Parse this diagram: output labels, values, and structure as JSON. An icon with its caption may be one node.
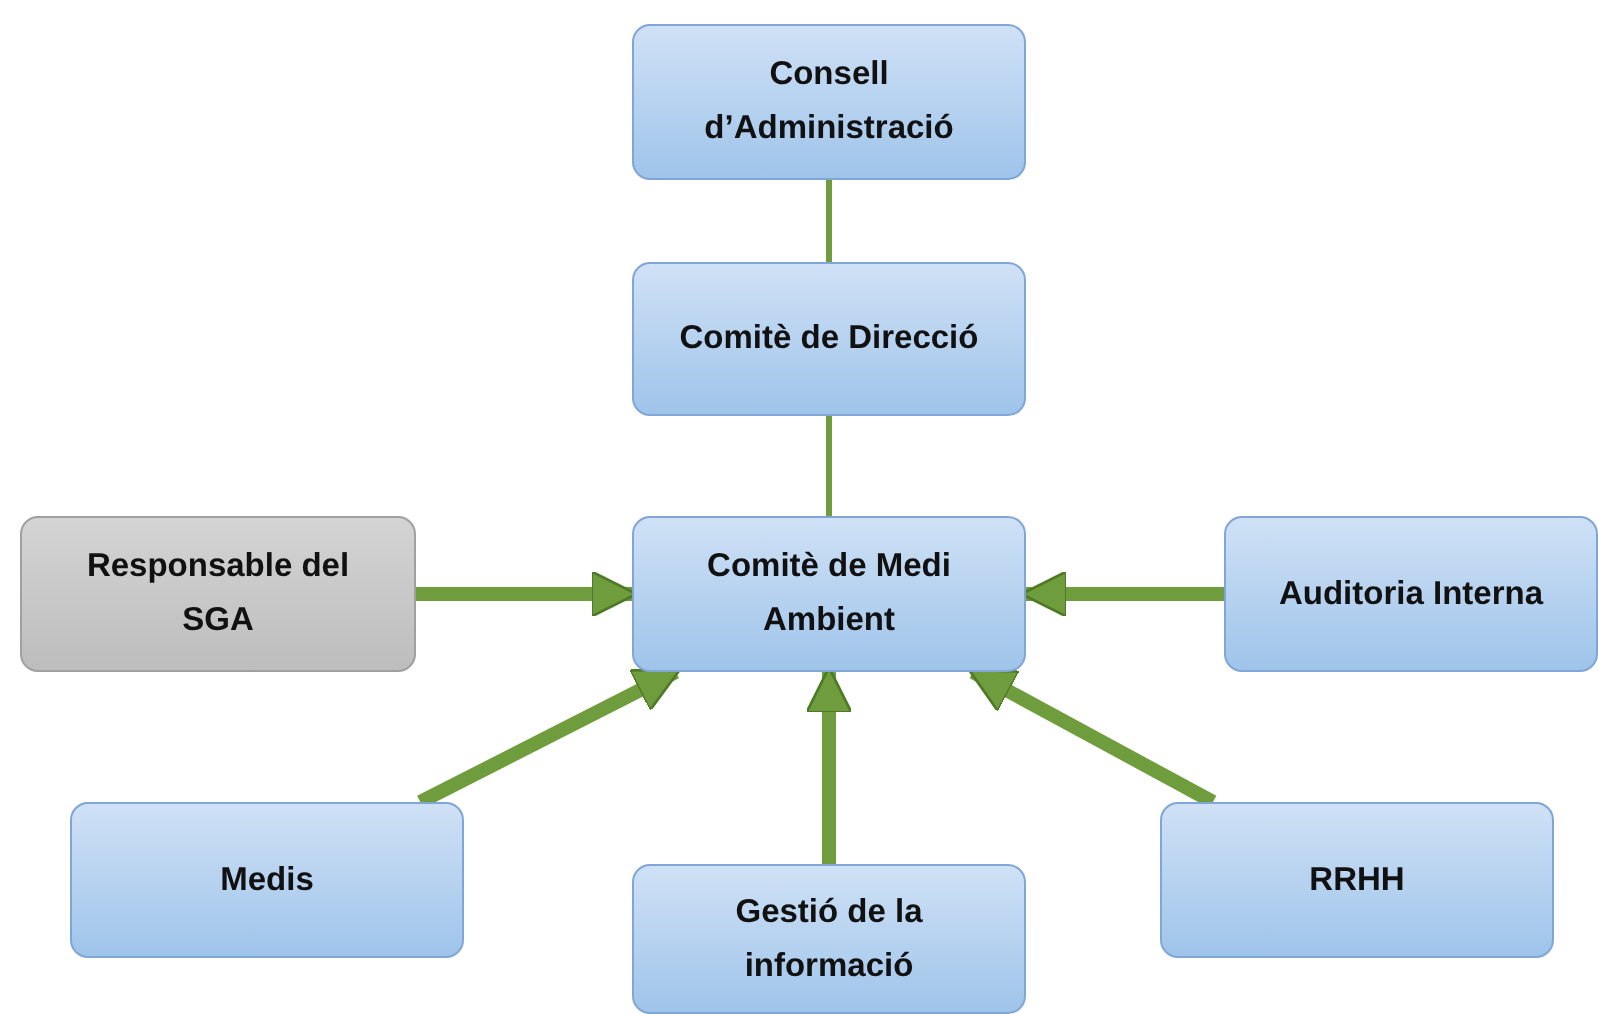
{
  "diagram": {
    "nodes": [
      {
        "text": [
          "Consell d’Administració"
        ]
      },
      {
        "text": [
          "Comitè de Direcció"
        ]
      },
      {
        "text": [
          "Responsable del SGA"
        ]
      },
      {
        "text": [
          "Comitè de Medi Ambient"
        ]
      },
      {
        "text": [
          "Auditoria Interna"
        ]
      },
      {
        "text": [
          "Medis"
        ]
      },
      {
        "text": [
          "Gestió de la informació"
        ]
      },
      {
        "text": [
          "RRHH"
        ]
      }
    ],
    "edges": [
      {
        "from": 0,
        "to": 1,
        "arrow": "none"
      },
      {
        "from": 1,
        "to": 3,
        "arrow": "none"
      },
      {
        "from": 2,
        "to": 3,
        "arrow": "to"
      },
      {
        "from": 4,
        "to": 3,
        "arrow": "to"
      },
      {
        "from": 5,
        "to": 3,
        "arrow": "to"
      },
      {
        "from": 6,
        "to": 3,
        "arrow": "to"
      },
      {
        "from": 7,
        "to": 3,
        "arrow": "to"
      }
    ]
  }
}
